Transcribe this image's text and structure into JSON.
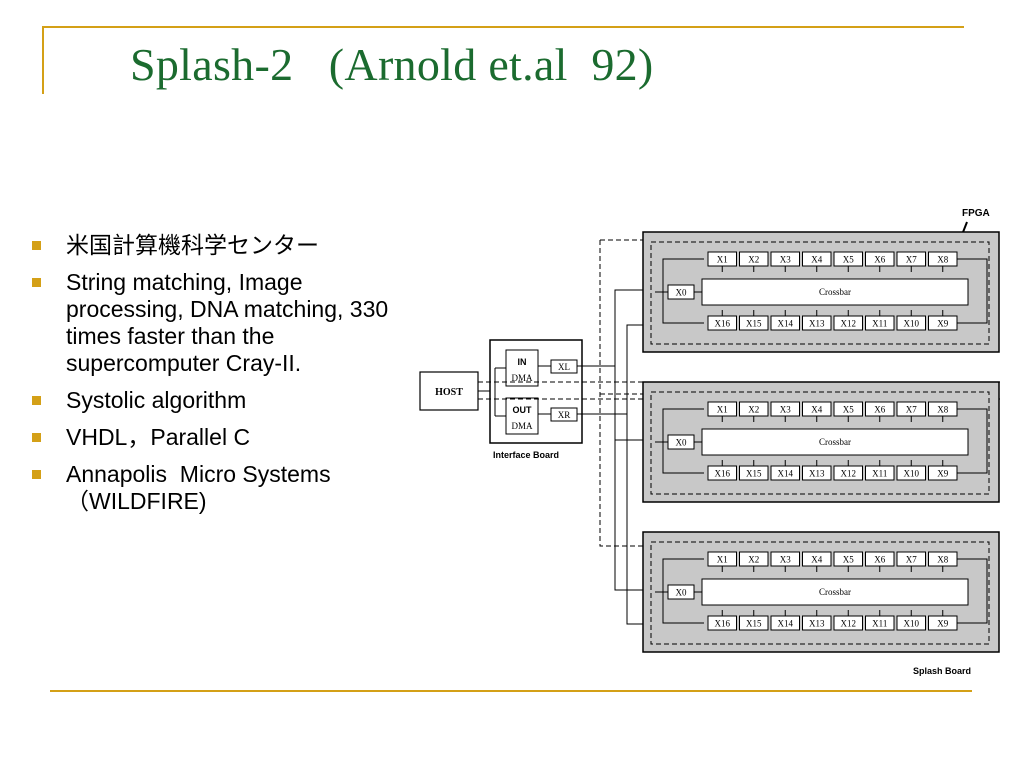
{
  "slide": {
    "title": "Splash-2   (Arnold et.al  92)",
    "accent_color": "#d4a017",
    "title_color": "#1b6b2f",
    "bullets": [
      "米国計算機科学センター",
      "String matching, Image processing, DNA matching, 330 times faster than the supercomputer Cray-II.",
      "Systolic algorithm",
      "VHDL，Parallel C",
      "Annapolis  Micro Systems（WILDFIRE)"
    ]
  },
  "diagram": {
    "host_label": "HOST",
    "interface_board_label": "Interface Board",
    "in_label": "IN",
    "out_label": "OUT",
    "dma_label": "DMA",
    "xl_label": "XL",
    "xr_label": "XR",
    "fpga_label": "FPGA",
    "splash_board_label": "Splash Board",
    "crossbar_label": "Crossbar",
    "x0_label": "X0",
    "top_row": [
      "X1",
      "X2",
      "X3",
      "X4",
      "X5",
      "X6",
      "X7",
      "X8"
    ],
    "bottom_row": [
      "X16",
      "X15",
      "X14",
      "X13",
      "X12",
      "X11",
      "X10",
      "X9"
    ],
    "board_fill": "#c8c8c8"
  }
}
